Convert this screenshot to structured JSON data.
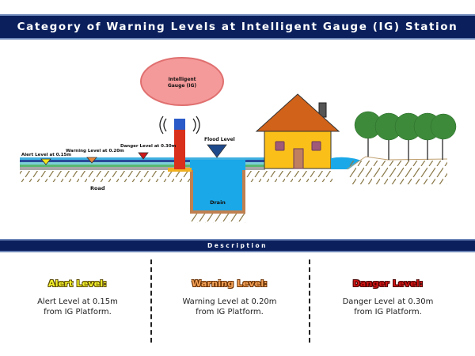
{
  "title": "Category of Warning Levels at Intelligent Gauge (IG) Station",
  "diagram": {
    "gauge_bubble": {
      "line1": "Intelligent",
      "line2": "Gauge (IG)"
    },
    "markers": [
      {
        "label": "Alert Level at 0.15m",
        "color": "#f5e51c"
      },
      {
        "label": "Warning Level at 0.20m",
        "color": "#e8883a"
      },
      {
        "label": "Danger Level at 0.30m",
        "color": "#d01818"
      },
      {
        "label": "Flood Level",
        "color": "#1e4a8c"
      }
    ],
    "road_label": "Road",
    "drain_label": "Drain"
  },
  "description": {
    "heading": "Description",
    "columns": [
      {
        "title": "Alert Level:",
        "line1": "Alert Level at 0.15m",
        "line2": "from IG Platform."
      },
      {
        "title": "Warning Level:",
        "line1": "Warning Level at 0.20m",
        "line2": "from IG Platform."
      },
      {
        "title": "Danger Level:",
        "line1": "Danger Level at 0.30m",
        "line2": "from IG Platform."
      }
    ]
  }
}
